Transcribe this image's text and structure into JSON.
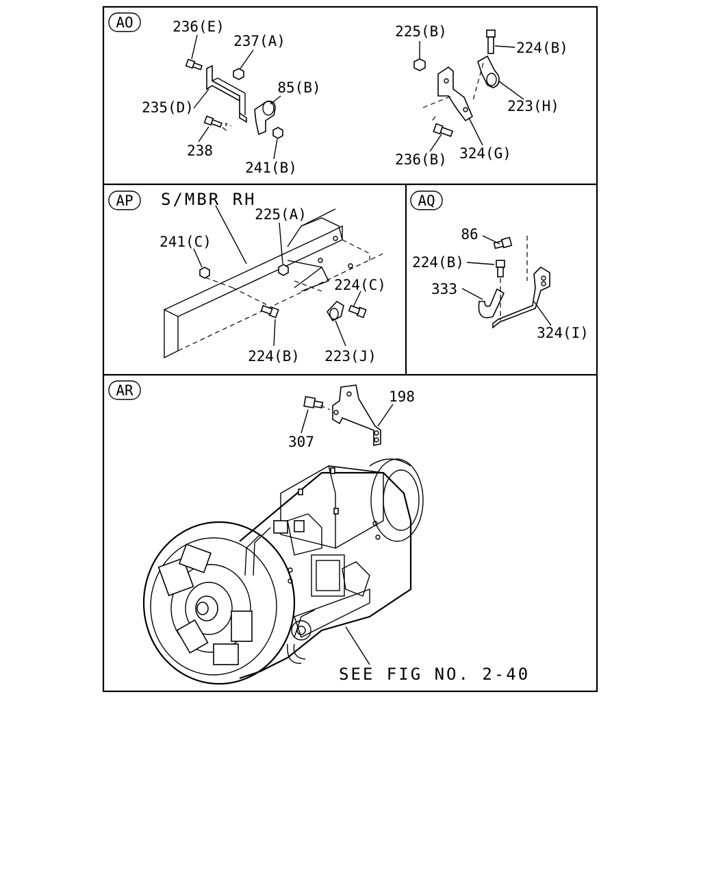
{
  "panels": {
    "ao": {
      "id": "AO",
      "labels": [
        "236(E)",
        "237(A)",
        "85(B)",
        "235(D)",
        "238",
        "241(B)",
        "225(B)",
        "224(B)",
        "223(H)",
        "236(B)",
        "324(G)"
      ]
    },
    "ap": {
      "id": "AP",
      "title": "S/MBR RH",
      "labels": [
        "225(A)",
        "241(C)",
        "224(C)",
        "224(B)",
        "223(J)"
      ]
    },
    "aq": {
      "id": "AQ",
      "labels": [
        "86",
        "224(B)",
        "333",
        "324(I)"
      ]
    },
    "ar": {
      "id": "AR",
      "labels": [
        "198",
        "307"
      ],
      "reference": "SEE FIG NO. 2-40"
    }
  }
}
